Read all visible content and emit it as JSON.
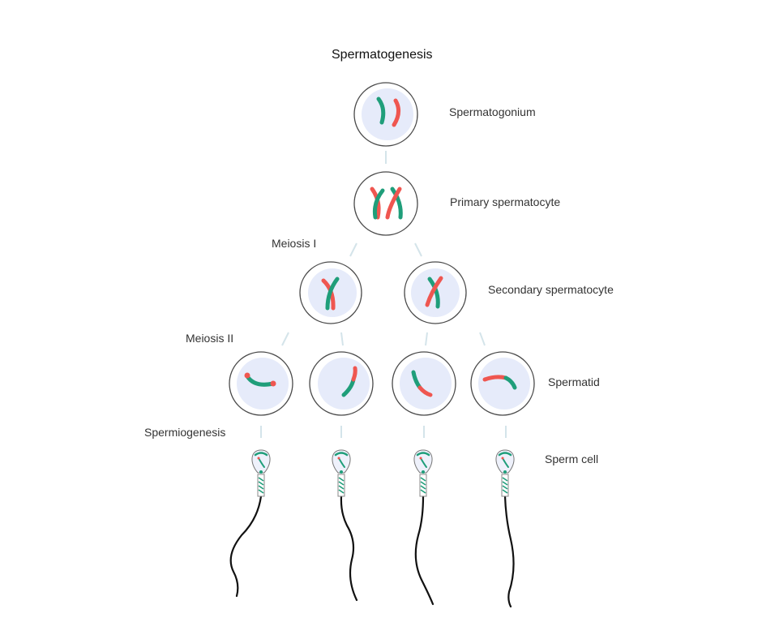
{
  "title": "Spermatogenesis",
  "stages": {
    "spermatogonium": "Spermatogonium",
    "primary": "Primary spermatocyte",
    "secondary": "Secondary spermatocyte",
    "spermatid": "Spermatid",
    "sperm": "Sperm cell"
  },
  "processes": {
    "meiosis1": "Meiosis I",
    "meiosis2": "Meiosis II",
    "spermiogenesis": "Spermiogenesis"
  },
  "colors": {
    "green": "#1f9e7a",
    "red": "#ef5650",
    "nucleus": "#e6ebfa"
  }
}
